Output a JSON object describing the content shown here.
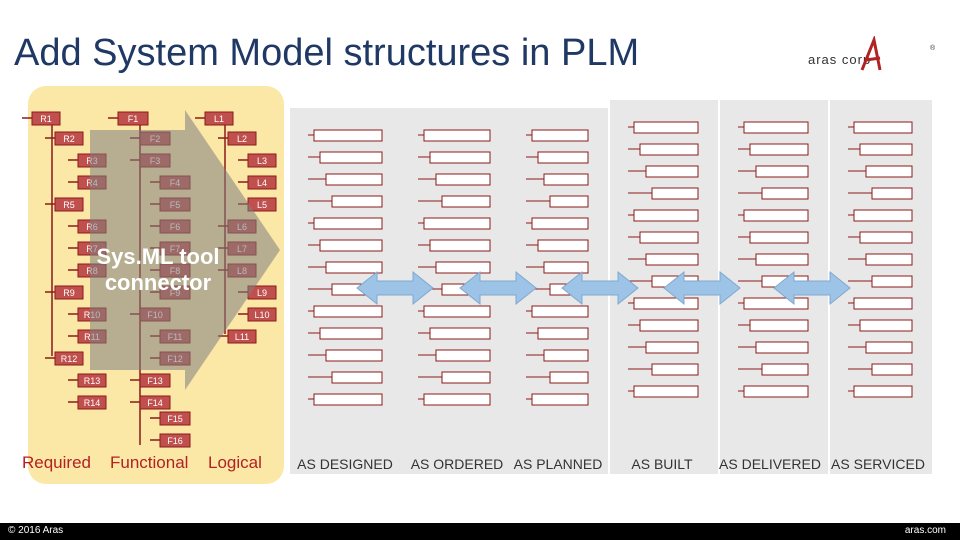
{
  "title": "Add System Model structures in PLM",
  "logo": {
    "text": "aras corp",
    "mark": "®"
  },
  "footer": {
    "copyright": "© 2016 Aras",
    "url": "aras.com"
  },
  "colors": {
    "title": "#1f3864",
    "node_red": "#c0504d",
    "node_border": "#8b1a1a",
    "req_bg": "#fbe7a6",
    "panel_bg": "#e8e8e8",
    "arrow_blue": "#9dc3e6",
    "shadow_arrow": "#7f7f7f"
  },
  "overlay_text": [
    "Sys.ML tool",
    "connector"
  ],
  "left_labels": {
    "required": "Required",
    "functional": "Functional",
    "logical": "Logical"
  },
  "req_nodes": [
    "R1",
    "R2",
    "R3",
    "R4",
    "R5",
    "R6",
    "R7",
    "R8",
    "R9",
    "R10",
    "R11",
    "R12",
    "R13",
    "R14"
  ],
  "func_nodes": [
    "F1",
    "F2",
    "F3",
    "F4",
    "F5",
    "F6",
    "F7",
    "F8",
    "F9",
    "F10",
    "F11",
    "F12",
    "F13",
    "F14",
    "F15",
    "F16"
  ],
  "log_nodes": [
    "L1",
    "L2",
    "L3",
    "L4",
    "L5",
    "L6",
    "L7",
    "L8",
    "L9",
    "L10",
    "L11"
  ],
  "columns": [
    {
      "label": "AS DESIGNED"
    },
    {
      "label": "AS ORDERED"
    },
    {
      "label": "AS PLANNED"
    },
    {
      "label": "AS BUILT"
    },
    {
      "label": "AS DELIVERED"
    },
    {
      "label": "AS SERVICED"
    }
  ],
  "icons": [
    "aras-logo-icon",
    "double-arrow-icon",
    "chevron-right-icon"
  ]
}
